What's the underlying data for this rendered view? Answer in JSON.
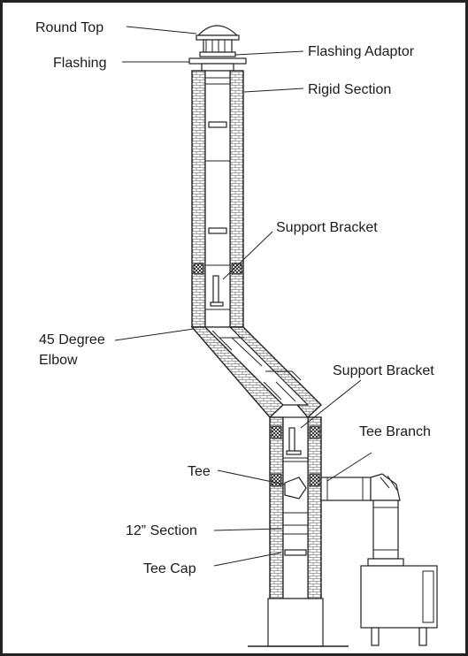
{
  "labels": {
    "round_top": "Round Top",
    "flashing_adaptor": "Flashing Adaptor",
    "flashing": "Flashing",
    "rigid_section": "Rigid Section",
    "support_bracket_upper": "Support Bracket",
    "elbow_line1": "45 Degree",
    "elbow_line2": "Elbow",
    "support_bracket_lower": "Support Bracket",
    "tee_branch": "Tee Branch",
    "tee": "Tee",
    "twelve_section": "12” Section",
    "tee_cap": "Tee Cap"
  }
}
